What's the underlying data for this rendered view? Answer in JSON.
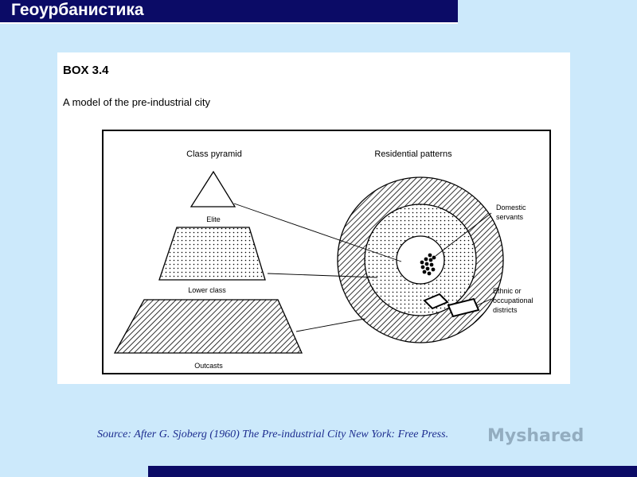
{
  "header": {
    "title": "Геоурбанистика"
  },
  "figure": {
    "box_label": "BOX 3.4",
    "caption": "A model of the pre-industrial city",
    "left_heading": "Class pyramid",
    "right_heading": "Residential patterns",
    "classes": [
      "Elite",
      "Lower class",
      "Outcasts"
    ],
    "zones": [
      "Domestic servants",
      "Ethnic or occupational districts"
    ]
  },
  "footer": {
    "source": "Source: After G. Sjoberg (1960) The Pre-industrial City New York: Free Press."
  },
  "watermark": {
    "text": "Myshared"
  },
  "colors": {
    "title_bar": "#0b0b66",
    "background": "#cce9fb",
    "source_text": "#1d2d8f"
  }
}
